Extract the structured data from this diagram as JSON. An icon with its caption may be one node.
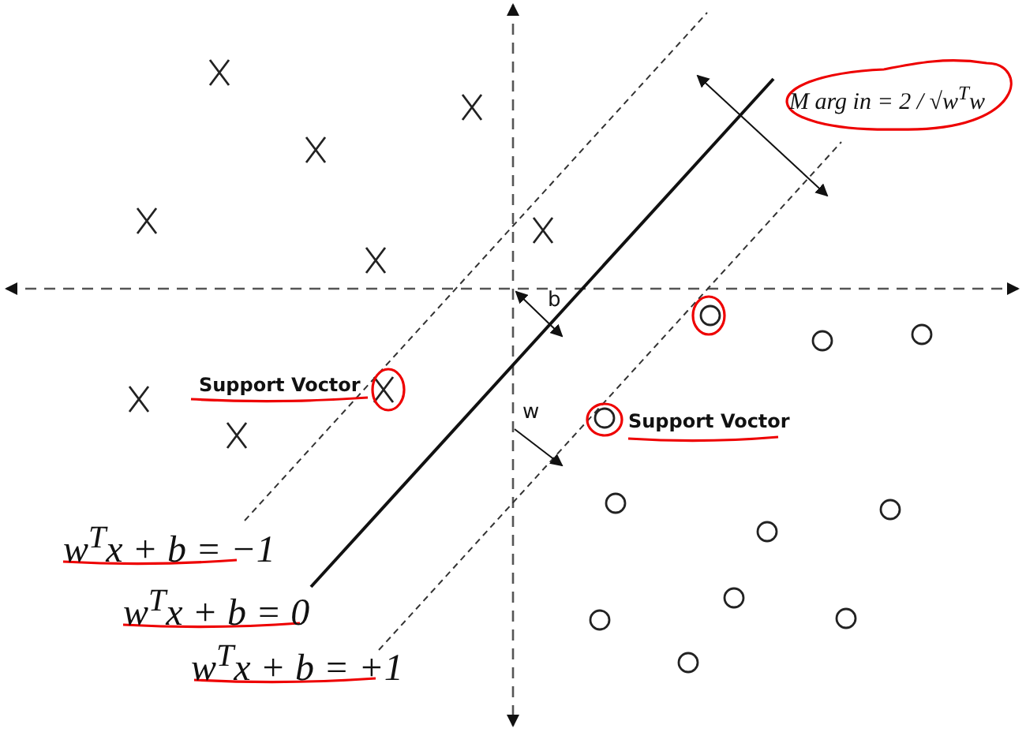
{
  "diagram": {
    "labels": [
      "M arg in = 2 / √w$^{T}$w",
      "b",
      "Support Voctor",
      "w",
      "Support Voctor",
      "w$^{T}$x + b = −1",
      "w$^{T}$x + b = 0",
      "w$^{T}$x + b = +1"
    ]
  }
}
